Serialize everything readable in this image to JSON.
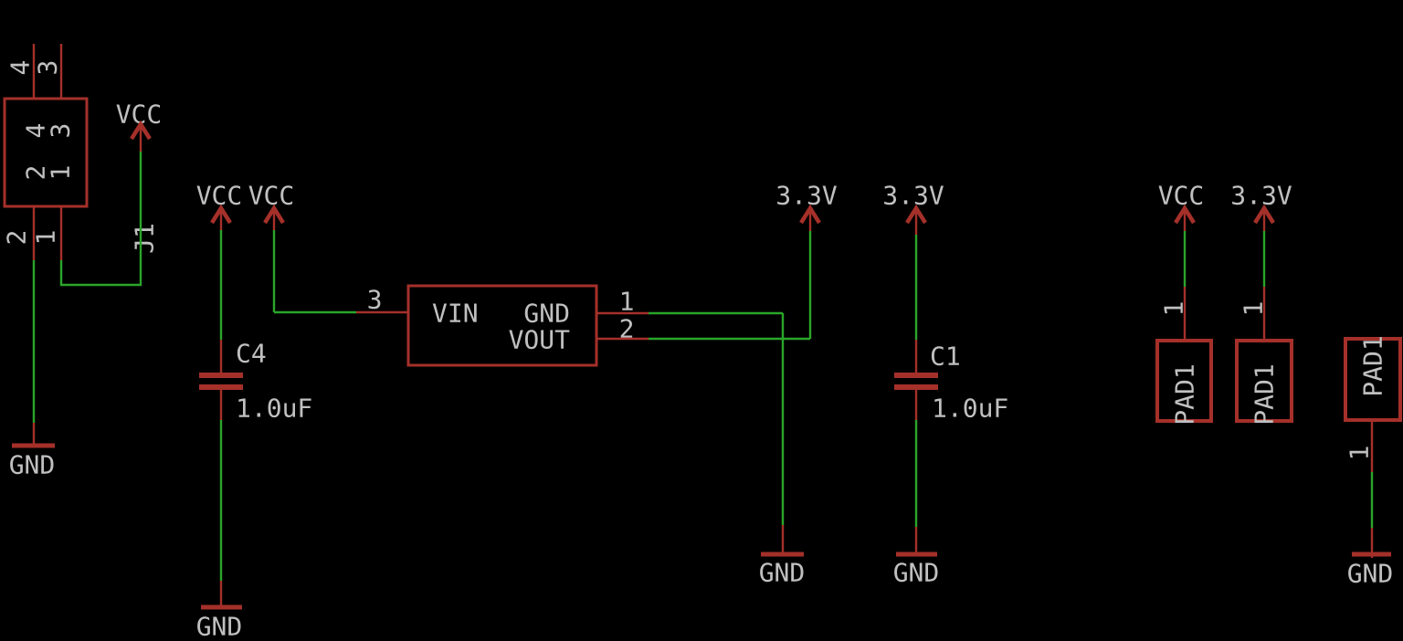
{
  "colors": {
    "background": "#000000",
    "symbol": "#a5302a",
    "wire": "#2aa52a",
    "text": "#c0c0c0"
  },
  "connector_j1": {
    "ref": "J1",
    "top_pins": [
      "4",
      "3"
    ],
    "inner_pins": [
      "4",
      "3",
      "2",
      "1"
    ],
    "bottom_pins": [
      "2",
      "1"
    ],
    "vcc_label": "VCC",
    "gnd_label": "GND"
  },
  "c4_branch": {
    "vcc_labels": [
      "VCC",
      "VCC"
    ],
    "cap_ref": "C4",
    "cap_value": "1.0uF",
    "gnd_label": "GND",
    "pin3_label": "3"
  },
  "regulator": {
    "vin_label": "VIN",
    "gnd_pin_label": "GND",
    "vout_label": "VOUT",
    "pin1_number": "1",
    "pin2_number": "2",
    "rail_label": "3.3V",
    "gnd_net_label": "GND"
  },
  "c1_branch": {
    "rail_label": "3.3V",
    "cap_ref": "C1",
    "cap_value": "1.0uF",
    "gnd_label": "GND"
  },
  "pads": {
    "vcc_label": "VCC",
    "rail_label": "3.3V",
    "items": [
      {
        "name": "PAD1",
        "pin": "1"
      },
      {
        "name": "PAD1",
        "pin": "1"
      },
      {
        "name": "PAD1",
        "pin": "1",
        "gnd_label": "GND"
      }
    ]
  }
}
